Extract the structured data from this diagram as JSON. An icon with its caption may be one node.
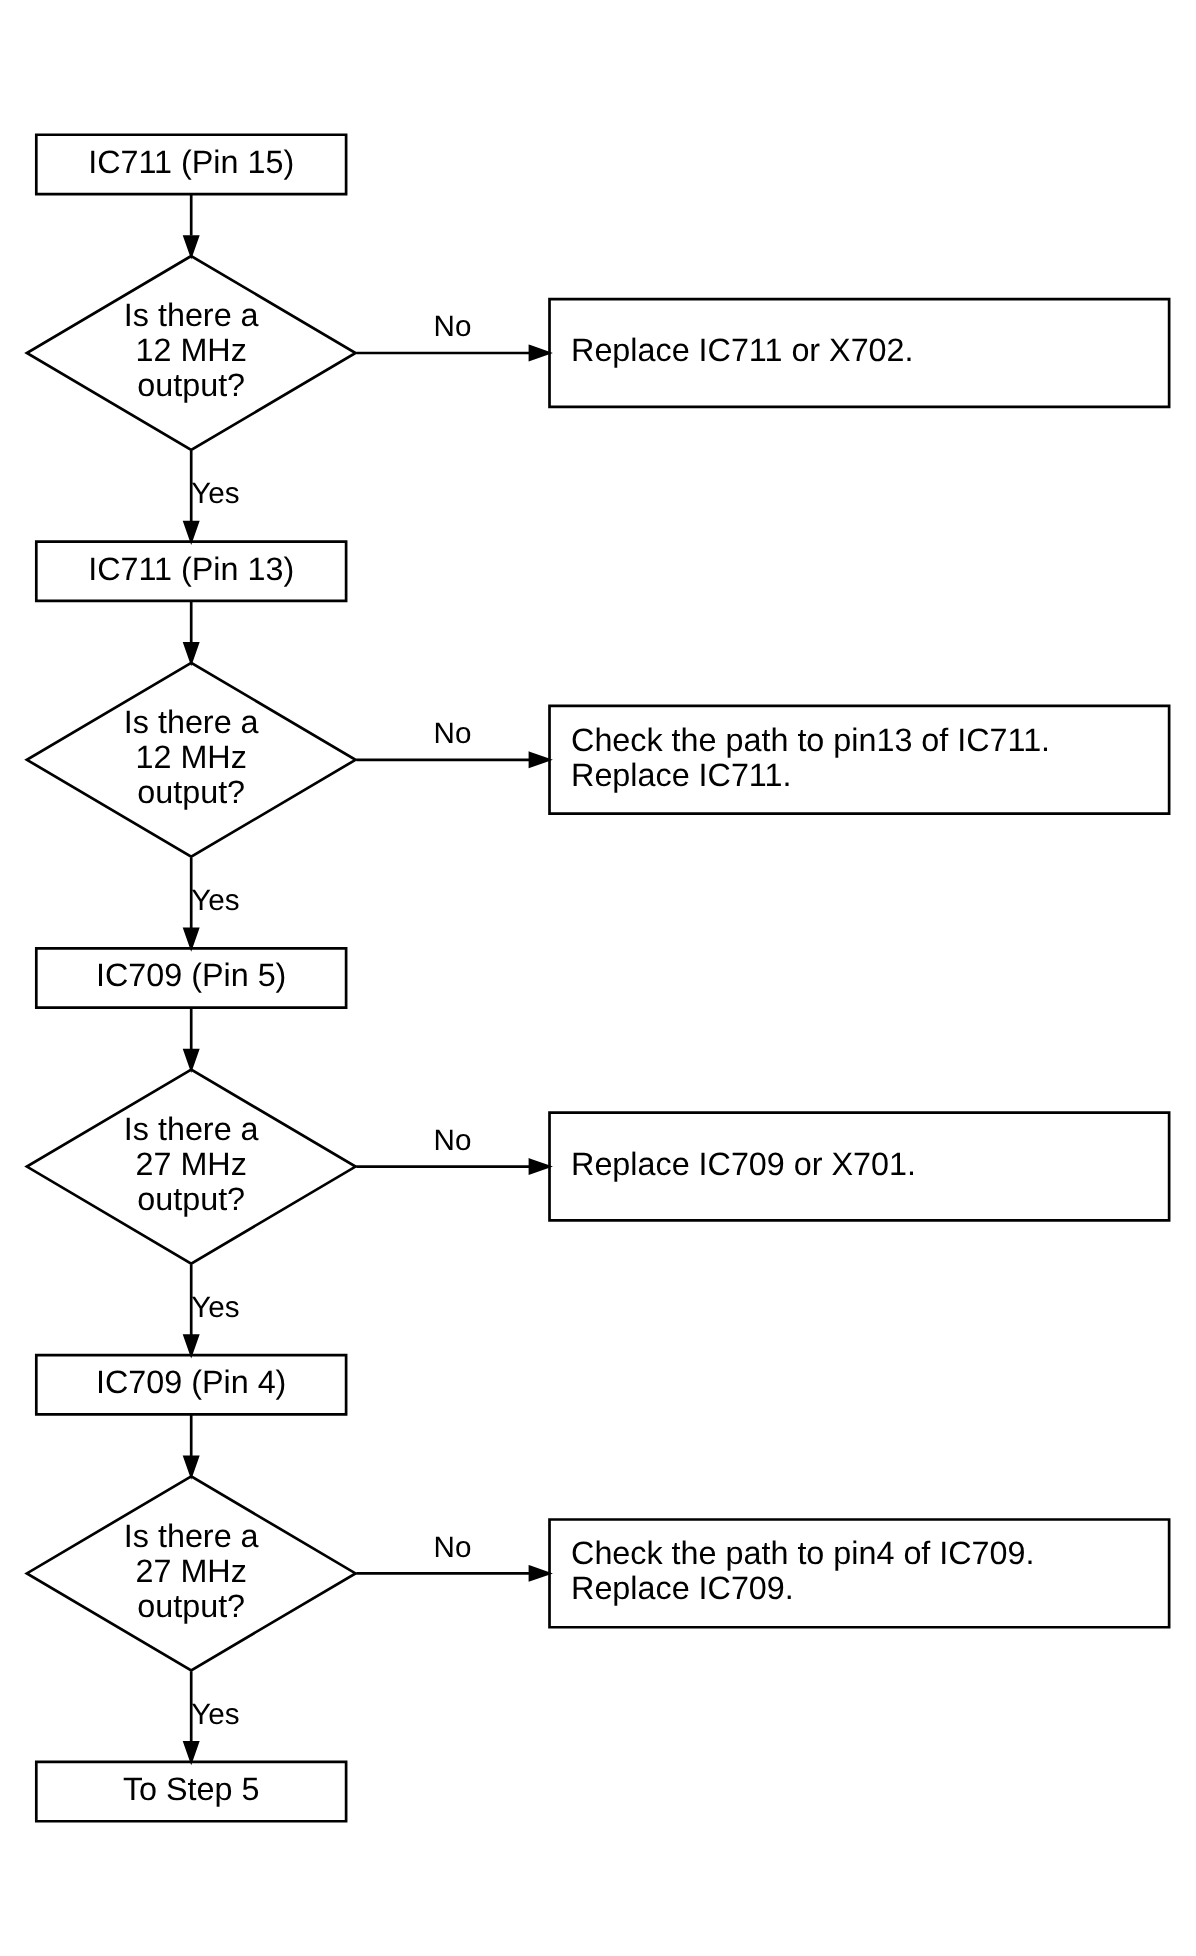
{
  "diagram": {
    "nodes": [
      {
        "text": [
          "IC711 (Pin 15)"
        ]
      },
      {
        "text": [
          "Is there a 12 MHz output?"
        ]
      },
      {
        "text": [
          "Replace IC711 or X702."
        ]
      },
      {
        "text": [
          "IC711 (Pin 13)"
        ]
      },
      {
        "text": [
          "Is there a 12 MHz output?"
        ]
      },
      {
        "text": [
          "Check the path to pin13 of IC711. Replace IC711."
        ]
      },
      {
        "text": [
          "IC709 (Pin 5)"
        ]
      },
      {
        "text": [
          "Is there a 27 MHz output?"
        ]
      },
      {
        "text": [
          "Replace IC709 or X701."
        ]
      },
      {
        "text": [
          "IC709 (Pin 4)"
        ]
      },
      {
        "text": [
          "Is there a 27 MHz output?"
        ]
      },
      {
        "text": [
          "Check the path to pin4 of IC709. Replace IC709."
        ]
      },
      {
        "text": [
          "To Step 5"
        ]
      }
    ],
    "edges": [
      {
        "from": 0,
        "to": 1,
        "arrow": "to"
      },
      {
        "from": 1,
        "to": 2,
        "arrow": "to",
        "label": "No"
      },
      {
        "from": 1,
        "to": 3,
        "arrow": "to",
        "label": "Yes"
      },
      {
        "from": 3,
        "to": 4,
        "arrow": "to"
      },
      {
        "from": 4,
        "to": 5,
        "arrow": "to",
        "label": "No"
      },
      {
        "from": 4,
        "to": 6,
        "arrow": "to",
        "label": "Yes"
      },
      {
        "from": 6,
        "to": 7,
        "arrow": "to"
      },
      {
        "from": 7,
        "to": 8,
        "arrow": "to",
        "label": "No"
      },
      {
        "from": 7,
        "to": 9,
        "arrow": "to",
        "label": "Yes"
      },
      {
        "from": 9,
        "to": 10,
        "arrow": "to"
      },
      {
        "from": 10,
        "to": 11,
        "arrow": "to",
        "label": "No"
      },
      {
        "from": 10,
        "to": 12,
        "arrow": "to",
        "label": "Yes"
      }
    ]
  }
}
